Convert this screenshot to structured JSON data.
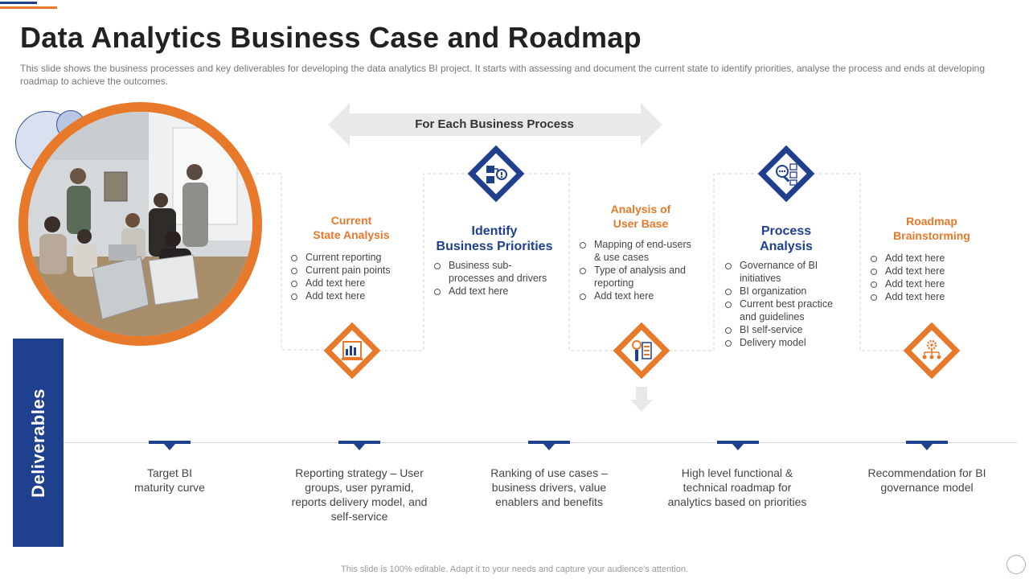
{
  "slide": {
    "title": "Data Analytics Business Case and Roadmap",
    "subtitle": "This slide shows the business processes and key deliverables  for developing  the data analytics BI project. It starts with assessing and document the current state to identify priorities, analyse the process and ends at developing  roadmap to achieve  the outcomes.",
    "process_banner": "For Each Business Process",
    "footer": "This slide is 100% editable. Adapt it to your needs and capture your audience's attention."
  },
  "steps": [
    {
      "title_line1": "Current",
      "title_line2": "State Analysis",
      "color": "#e8782a",
      "icon": "report-chart-icon",
      "bullets": [
        "Current  reporting",
        "Current  pain points",
        "Add text here",
        "Add text here"
      ]
    },
    {
      "title_line1": "Identify",
      "title_line2": "Business Priorities",
      "color": "#1f3f8f",
      "icon": "process-flow-icon",
      "bullets": [
        "Business sub-",
        "processes and drivers",
        "Add text here"
      ]
    },
    {
      "title_line1": "Analysis of",
      "title_line2": "User Base",
      "color": "#e8782a",
      "icon": "user-analysis-icon",
      "bullets": [
        "Mapping of end-users",
        "& use cases",
        "Type of analysis and",
        "reporting",
        "Add text here"
      ]
    },
    {
      "title_line1": "Process",
      "title_line2": "Analysis",
      "color": "#1f3f8f",
      "icon": "search-documents-icon",
      "bullets": [
        "Governance  of BI",
        "initiatives",
        "BI organization",
        "Current  best practice",
        "and guidelines",
        "BI self-service",
        "Delivery  model"
      ]
    },
    {
      "title_line1": "Roadmap",
      "title_line2": "Brainstorming",
      "color": "#e8782a",
      "icon": "network-gear-icon",
      "bullets": [
        "Add text here",
        "Add text here",
        "Add text here",
        "Add text here"
      ]
    }
  ],
  "deliverables": {
    "label": "Deliverables",
    "items": [
      {
        "line1": "Target BI",
        "line2": "maturity curve",
        "line3": "",
        "line4": ""
      },
      {
        "line1": "Reporting strategy – User",
        "line2": "groups, user pyramid,",
        "line3": "reports delivery model, and",
        "line4": "self-service"
      },
      {
        "line1": "Ranking of use cases –",
        "line2": "business drivers, value",
        "line3": "enablers and benefits",
        "line4": ""
      },
      {
        "line1": "High level functional &",
        "line2": "technical roadmap for",
        "line3": "analytics based on priorities",
        "line4": ""
      },
      {
        "line1": "Recommendation for BI",
        "line2": "governance model",
        "line3": "",
        "line4": ""
      }
    ]
  },
  "colors": {
    "orange": "#e8782a",
    "navy": "#1f3f8f"
  }
}
